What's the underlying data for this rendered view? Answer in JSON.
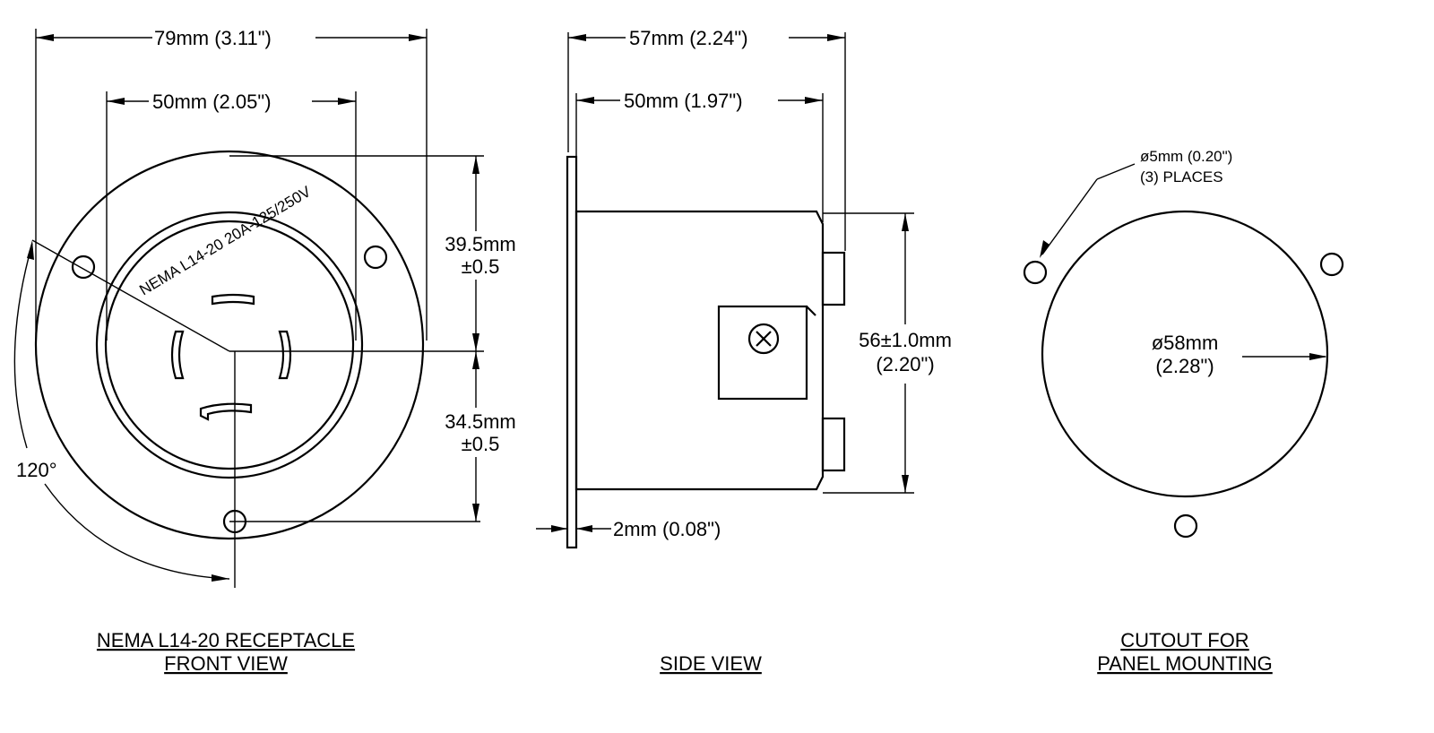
{
  "front_view": {
    "dim_overall_width": "79mm  (3.11\")",
    "dim_inner_width": "50mm  (2.05\")",
    "dim_top_1": "39.5mm",
    "dim_top_2": "±0.5",
    "dim_bottom_1": "34.5mm",
    "dim_bottom_2": "±0.5",
    "angle": "120°",
    "face_text": "NEMA L14-20 20A-125/250V",
    "caption_1": "NEMA L14-20 RECEPTACLE",
    "caption_2": "FRONT VIEW"
  },
  "side_view": {
    "dim_overall_depth": "57mm  (2.24\")",
    "dim_body_depth": "50mm  (1.97\")",
    "dim_height_1": "56±1.0mm",
    "dim_height_2": "(2.20\")",
    "dim_flange": "2mm  (0.08\")",
    "caption": "SIDE VIEW"
  },
  "cutout": {
    "hole_note_1": "ø5mm  (0.20\")",
    "hole_note_2": "(3)  PLACES",
    "diameter_1": "ø58mm",
    "diameter_2": "(2.28\")",
    "caption_1": "CUTOUT FOR",
    "caption_2": "PANEL MOUNTING"
  }
}
